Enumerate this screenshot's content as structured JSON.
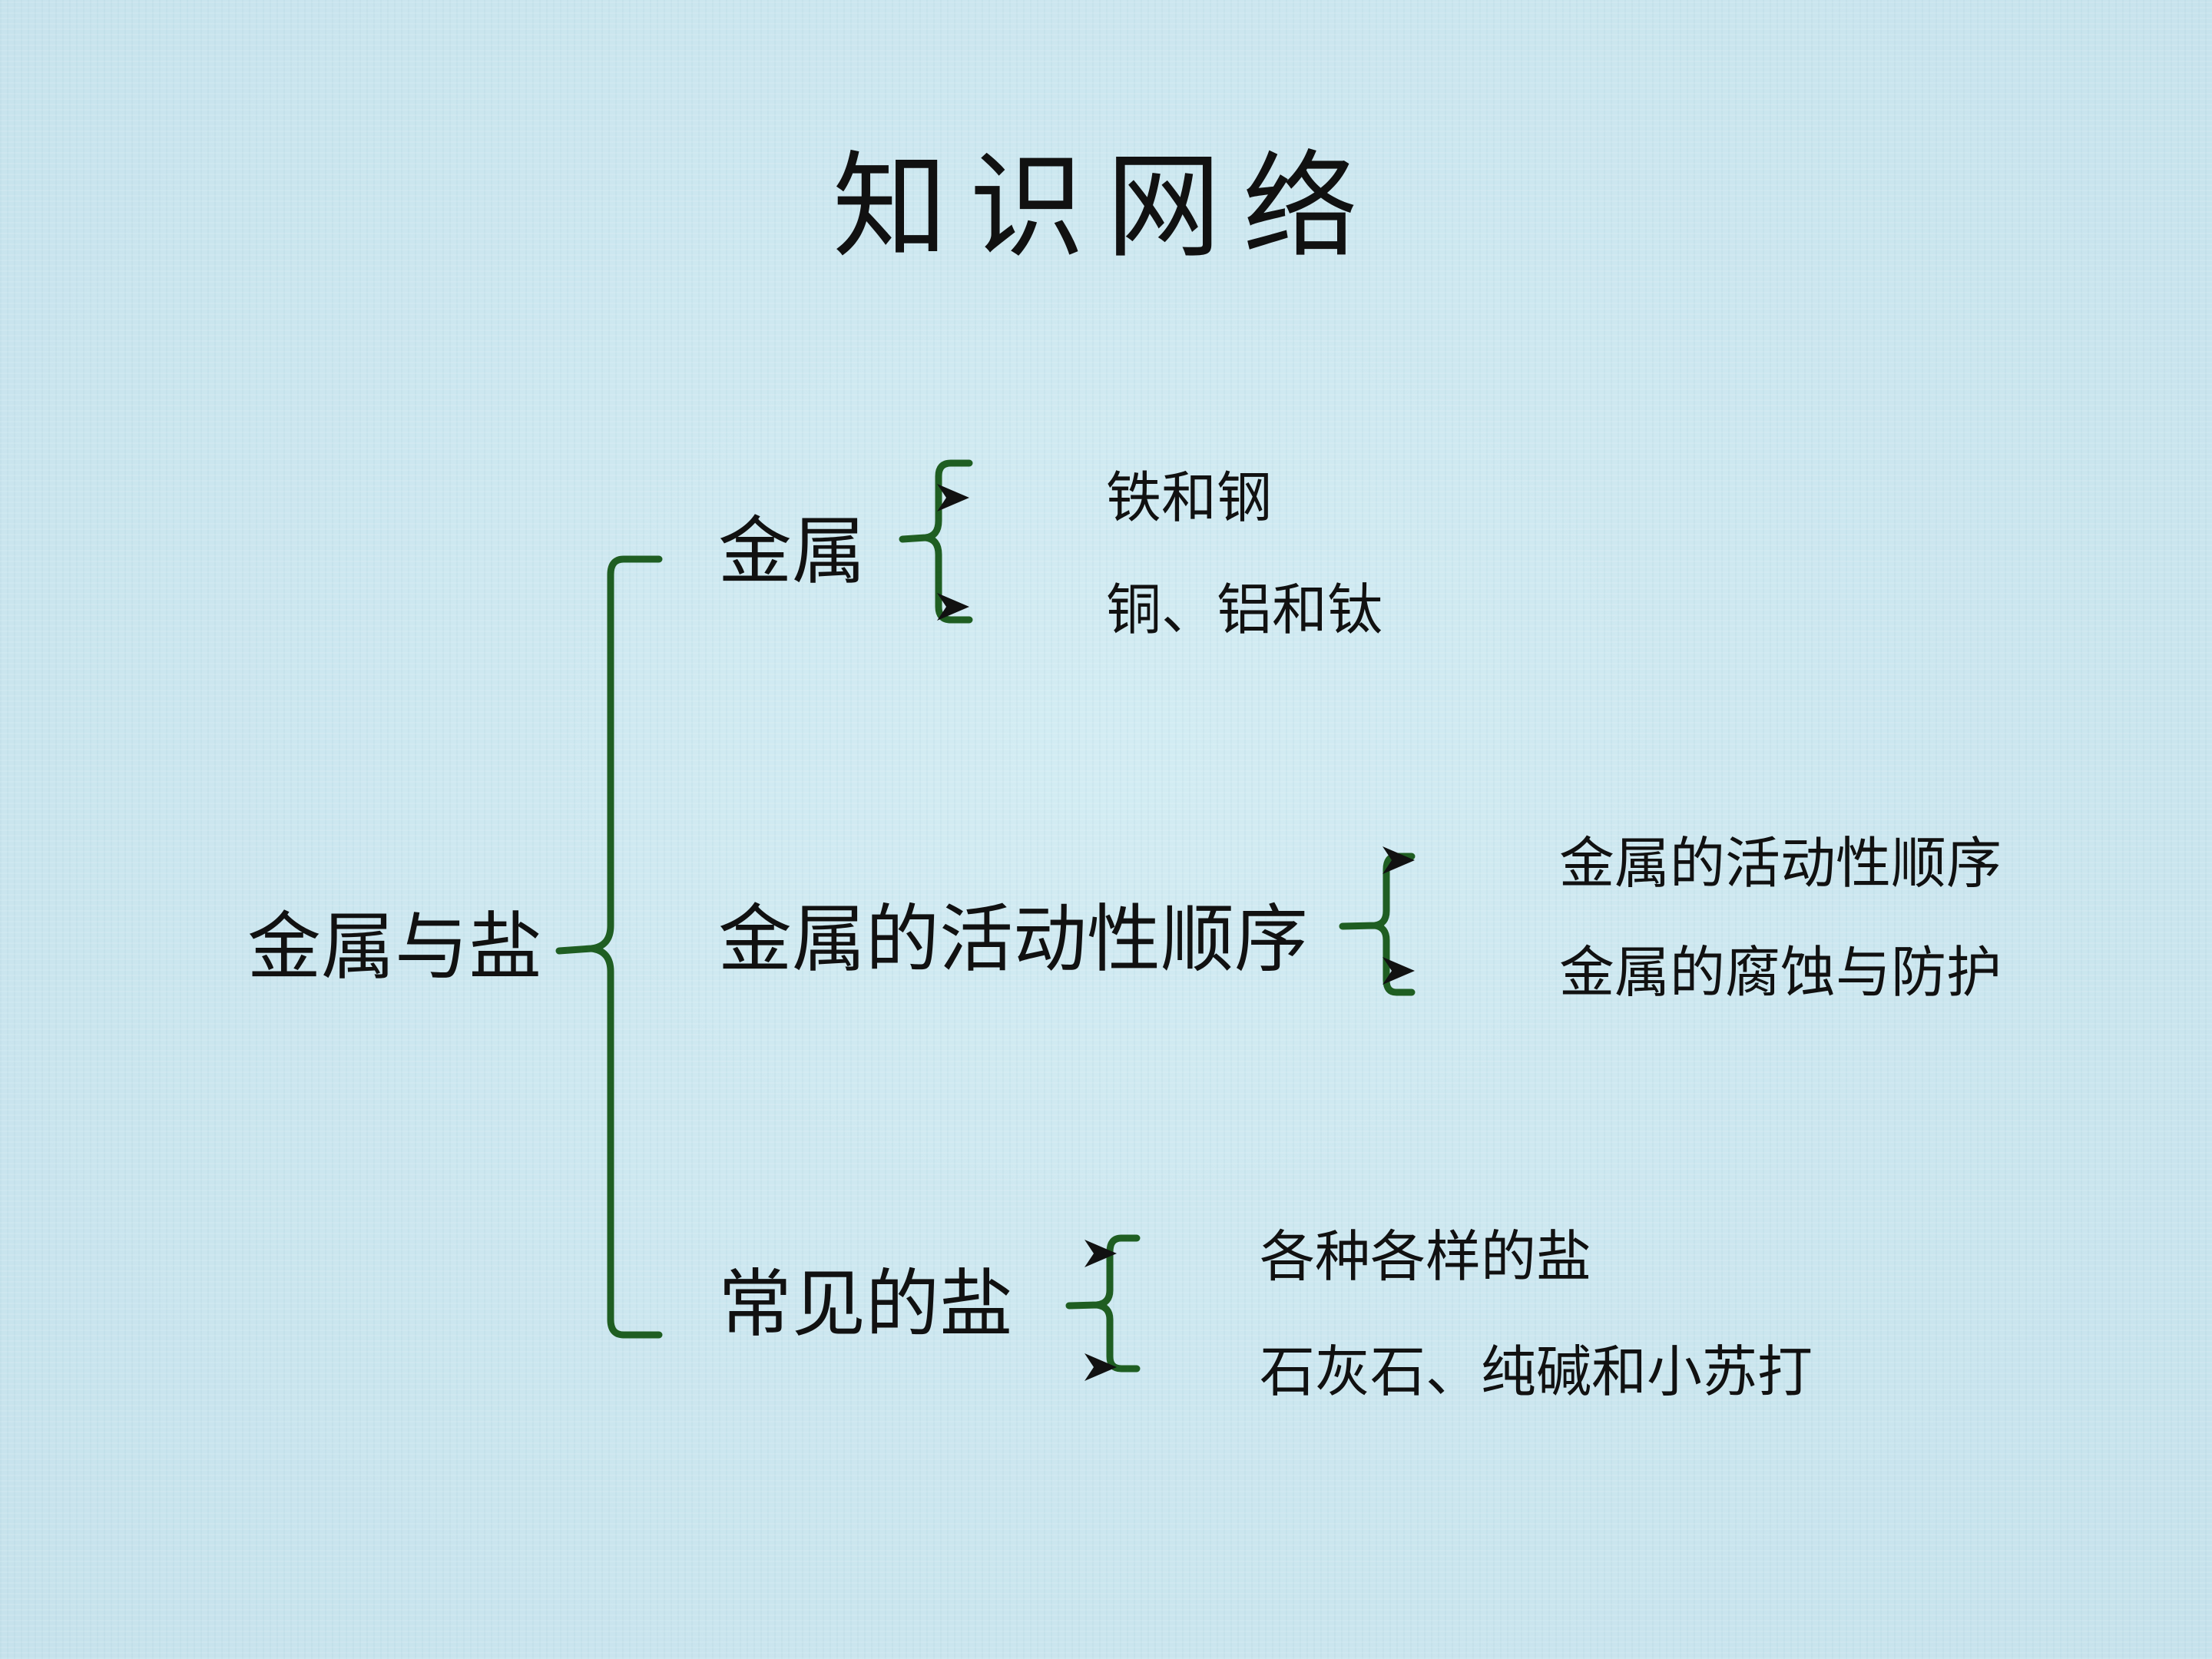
{
  "title": "知识网络",
  "root": "金属与盐",
  "branches": [
    {
      "label": "金属",
      "items": [
        "铁和钢",
        "铜、铝和钛"
      ]
    },
    {
      "label": "金属的活动性顺序",
      "items": [
        "金属的活动性顺序",
        "金属的腐蚀与防护"
      ]
    },
    {
      "label": "常见的盐",
      "items": [
        "各种各样的盐",
        "石灰石、纯碱和小苏打"
      ]
    }
  ],
  "colors": {
    "bracket": "#1f5e22",
    "text": "#111111",
    "background": "#cbe6ee"
  },
  "icons": {
    "bullet": "arrowhead-bullet-icon"
  }
}
